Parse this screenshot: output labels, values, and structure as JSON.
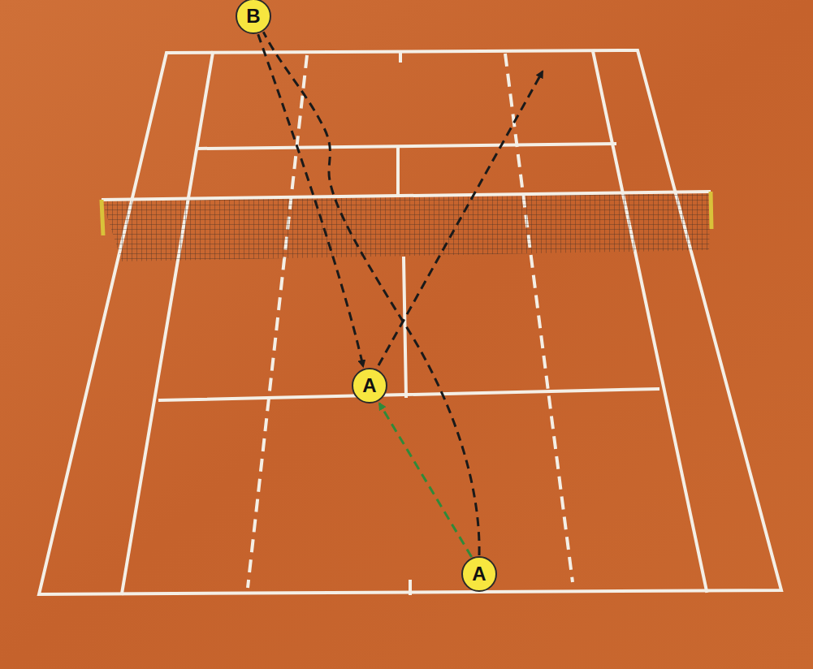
{
  "diagram": {
    "nodes": [
      {
        "text": [
          "B"
        ]
      },
      {
        "text": [
          "A"
        ]
      },
      {
        "text": [
          "A"
        ]
      }
    ],
    "edges": [
      {
        "from": 0,
        "to": 1,
        "arrow": "to"
      },
      {
        "from": 2,
        "to": 0,
        "arrow": "none"
      },
      {
        "from": 2,
        "to": 1,
        "arrow": "to"
      }
    ]
  }
}
